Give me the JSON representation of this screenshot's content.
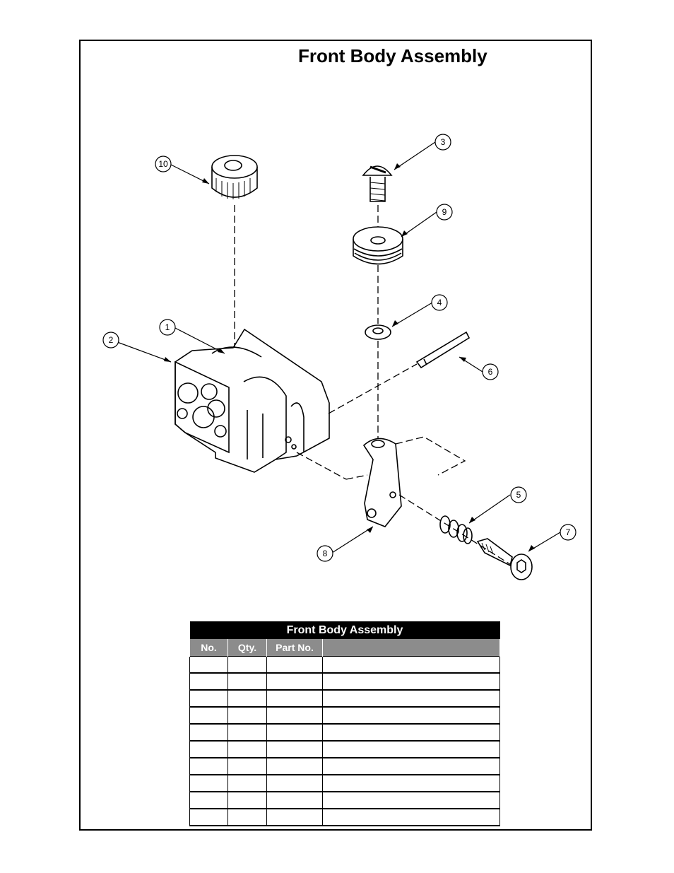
{
  "page": {
    "title": "Front Body Assembly"
  },
  "diagram": {
    "callouts": [
      "1",
      "2",
      "3",
      "4",
      "5",
      "6",
      "7",
      "8",
      "9",
      "10"
    ]
  },
  "parts_table": {
    "caption": "Front Body Assembly",
    "headers": [
      "No.",
      "Qty.",
      "Part No.",
      ""
    ],
    "rows": [
      [
        "",
        "",
        "",
        ""
      ],
      [
        "",
        "",
        "",
        ""
      ],
      [
        "",
        "",
        "",
        ""
      ],
      [
        "",
        "",
        "",
        ""
      ],
      [
        "",
        "",
        "",
        ""
      ],
      [
        "",
        "",
        "",
        ""
      ],
      [
        "",
        "",
        "",
        ""
      ],
      [
        "",
        "",
        "",
        ""
      ],
      [
        "",
        "",
        "",
        ""
      ],
      [
        "",
        "",
        "",
        ""
      ]
    ]
  }
}
